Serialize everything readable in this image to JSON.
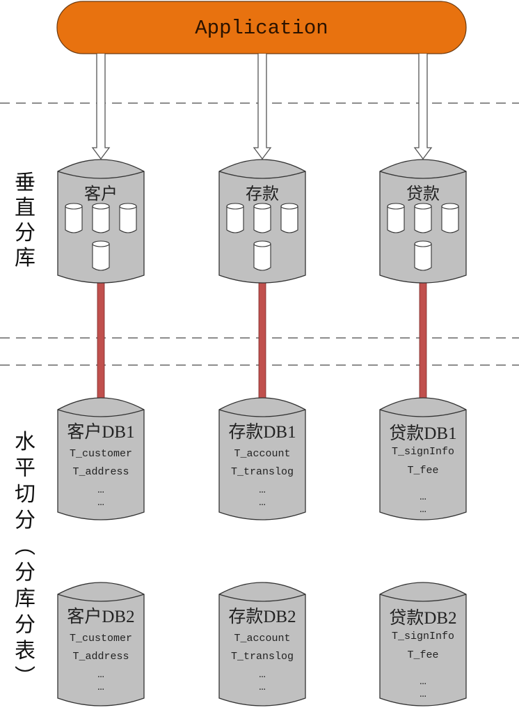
{
  "application": {
    "label": "Application",
    "color": "#E8720F"
  },
  "side_labels": {
    "vertical": [
      "垂",
      "直",
      "分",
      "库"
    ],
    "horizontal": [
      "水",
      "平",
      "切",
      "分",
      "(",
      "分",
      "库",
      "分",
      "表",
      ")"
    ]
  },
  "vertical_dbs": [
    {
      "name": "客户"
    },
    {
      "name": "存款"
    },
    {
      "name": "贷款"
    }
  ],
  "shards": [
    [
      {
        "name": "客户DB1",
        "tables": [
          "T_customer",
          "T_address",
          "...",
          "..."
        ]
      },
      {
        "name": "存款DB1",
        "tables": [
          "T_account",
          "T_translog",
          "...",
          "..."
        ]
      },
      {
        "name": "贷款DB1",
        "tables": [
          "T_signInfo",
          "T_fee",
          "...",
          "..."
        ]
      }
    ],
    [
      {
        "name": "客户DB2",
        "tables": [
          "T_customer",
          "T_address",
          "...",
          "..."
        ]
      },
      {
        "name": "存款DB2",
        "tables": [
          "T_account",
          "T_translog",
          "...",
          "..."
        ]
      },
      {
        "name": "贷款DB2",
        "tables": [
          "T_signInfo",
          "T_fee",
          "...",
          "..."
        ]
      }
    ]
  ],
  "colors": {
    "cylinder_fill": "#C0C0C0",
    "connector": "#C0504D",
    "dashed_line": "#8C8C8C"
  }
}
